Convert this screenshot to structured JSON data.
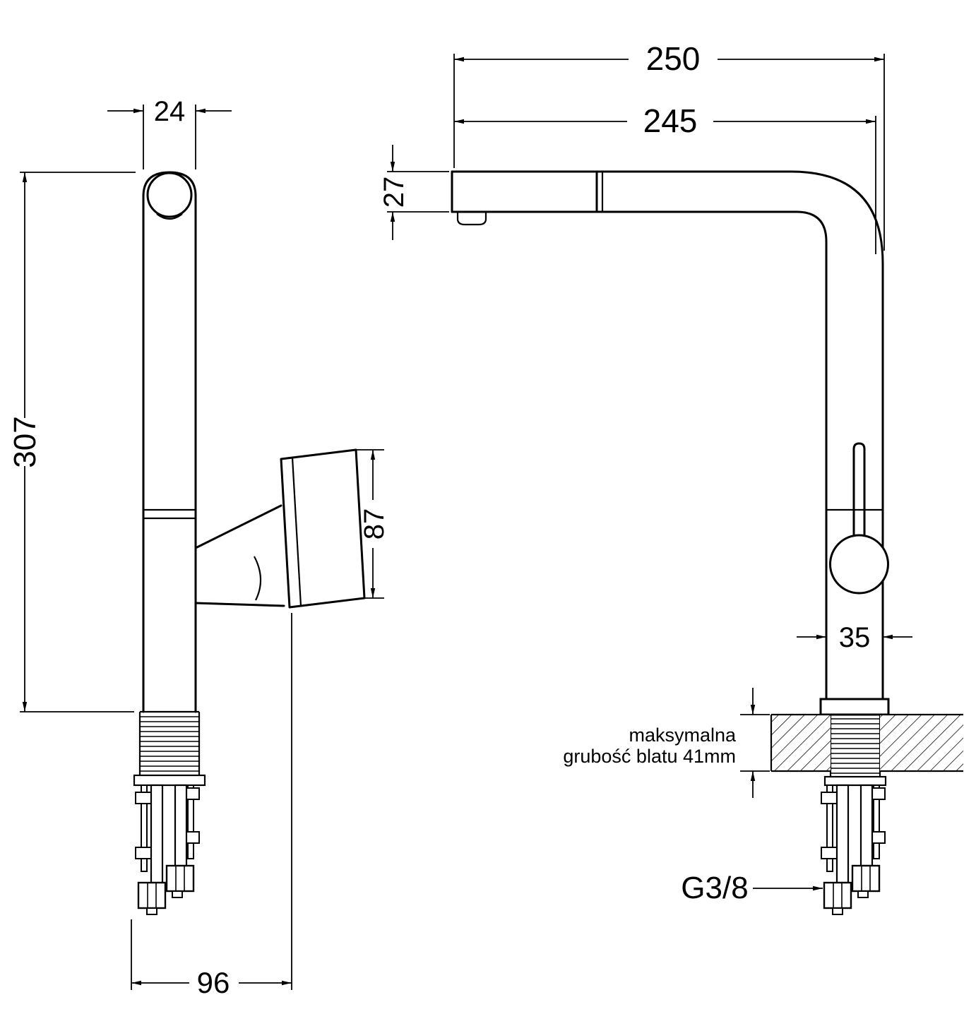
{
  "drawing": {
    "type": "technical-drawing",
    "subject": "kitchen faucet with pull-out spout - installation dimensions",
    "units": "mm",
    "side_view": {
      "spout_pipe_width": "24",
      "total_height": "307",
      "handle_length": "87",
      "base_depth": "96"
    },
    "front_view": {
      "overall_reach": "250",
      "spout_reach": "245",
      "spout_end_height": "27",
      "body_width": "35",
      "connection_thread": "G3/8",
      "counter_note_line1": "maksymalna",
      "counter_note_line2": "grubość blatu 41mm"
    },
    "colors": {
      "line": "#000000",
      "background": "#ffffff"
    }
  }
}
